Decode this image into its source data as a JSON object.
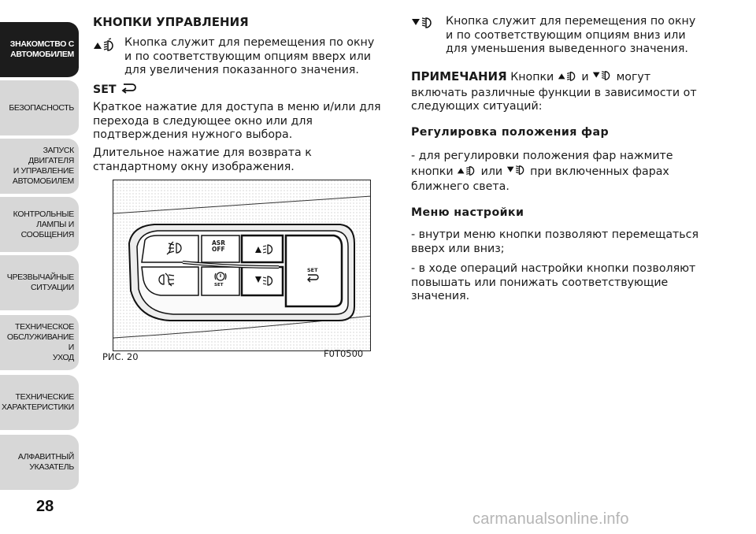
{
  "sidebar": {
    "tabs": [
      {
        "label": "ЗНАКОМСТВО С\nАВТОМОБИЛЕМ",
        "active": true
      },
      {
        "label": "БЕЗОПАСНОСТЬ",
        "active": false
      },
      {
        "label": "ЗАПУСК ДВИГАТЕЛЯ\nИ УПРАВЛЕНИЕ\nАВТОМОБИЛЕМ",
        "active": false
      },
      {
        "label": "КОНТРОЛЬНЫЕ\nЛАМПЫ И\nСООБЩЕНИЯ",
        "active": false
      },
      {
        "label": "ЧРЕЗВЫЧАЙНЫЕ\nСИТУАЦИИ",
        "active": false
      },
      {
        "label": "ТЕХНИЧЕСКОЕ\nОБСЛУЖИВАНИЕ И\nУХОД",
        "active": false
      },
      {
        "label": "ТЕХНИЧЕСКИЕ\nХАРАКТЕРИСТИКИ",
        "active": false
      },
      {
        "label": "АЛФАВИТНЫЙ\nУКАЗАТЕЛЬ",
        "active": false
      }
    ],
    "page_number": "28"
  },
  "left_column": {
    "heading": "КНОПКИ УПРАВЛЕНИЯ",
    "up_button_text": "Кнопка служит для перемещения по окну и по соответствующим опциям вверх или для увеличения показанного значения.",
    "set_heading": "SET",
    "set_short_press": "Краткое нажатие для доступа в меню и/или для перехода в следующее окно или для подтверждения нужного выбора.",
    "set_long_press": "Длительное нажатие для возврата к стандартному окну изображения."
  },
  "figure": {
    "caption": "РИС. 20",
    "code": "F0T0500",
    "button_labels": {
      "asr": "ASR",
      "off": "OFF",
      "set": "SET"
    }
  },
  "right_column": {
    "down_button_text": "Кнопка служит для перемещения по окну и по соответствующим опциям вниз или для уменьшения выведенного значения.",
    "note_heading": "ПРИМЕЧАНИЯ",
    "note_word_buttons": "Кнопки",
    "note_and": "и",
    "note_can": "могут",
    "note_rest": "включать различные функции в зависимости от следующих ситуаций:",
    "headlamp_heading": "Регулировка положения фар",
    "headlamp_text_start": "- для регулировки положения фар нажмите кнопки",
    "headlamp_or": "или",
    "headlamp_text_end": "при включенных фарах ближнего света.",
    "menu_heading": "Меню настройки",
    "menu_item_1": "- внутри меню кнопки позволяют перемещаться вверх или вниз;",
    "menu_item_2": "- в ходе операций настройки кнопки позволяют повышать или понижать соответствующие значения."
  },
  "watermark": "carmanualsonline.info"
}
